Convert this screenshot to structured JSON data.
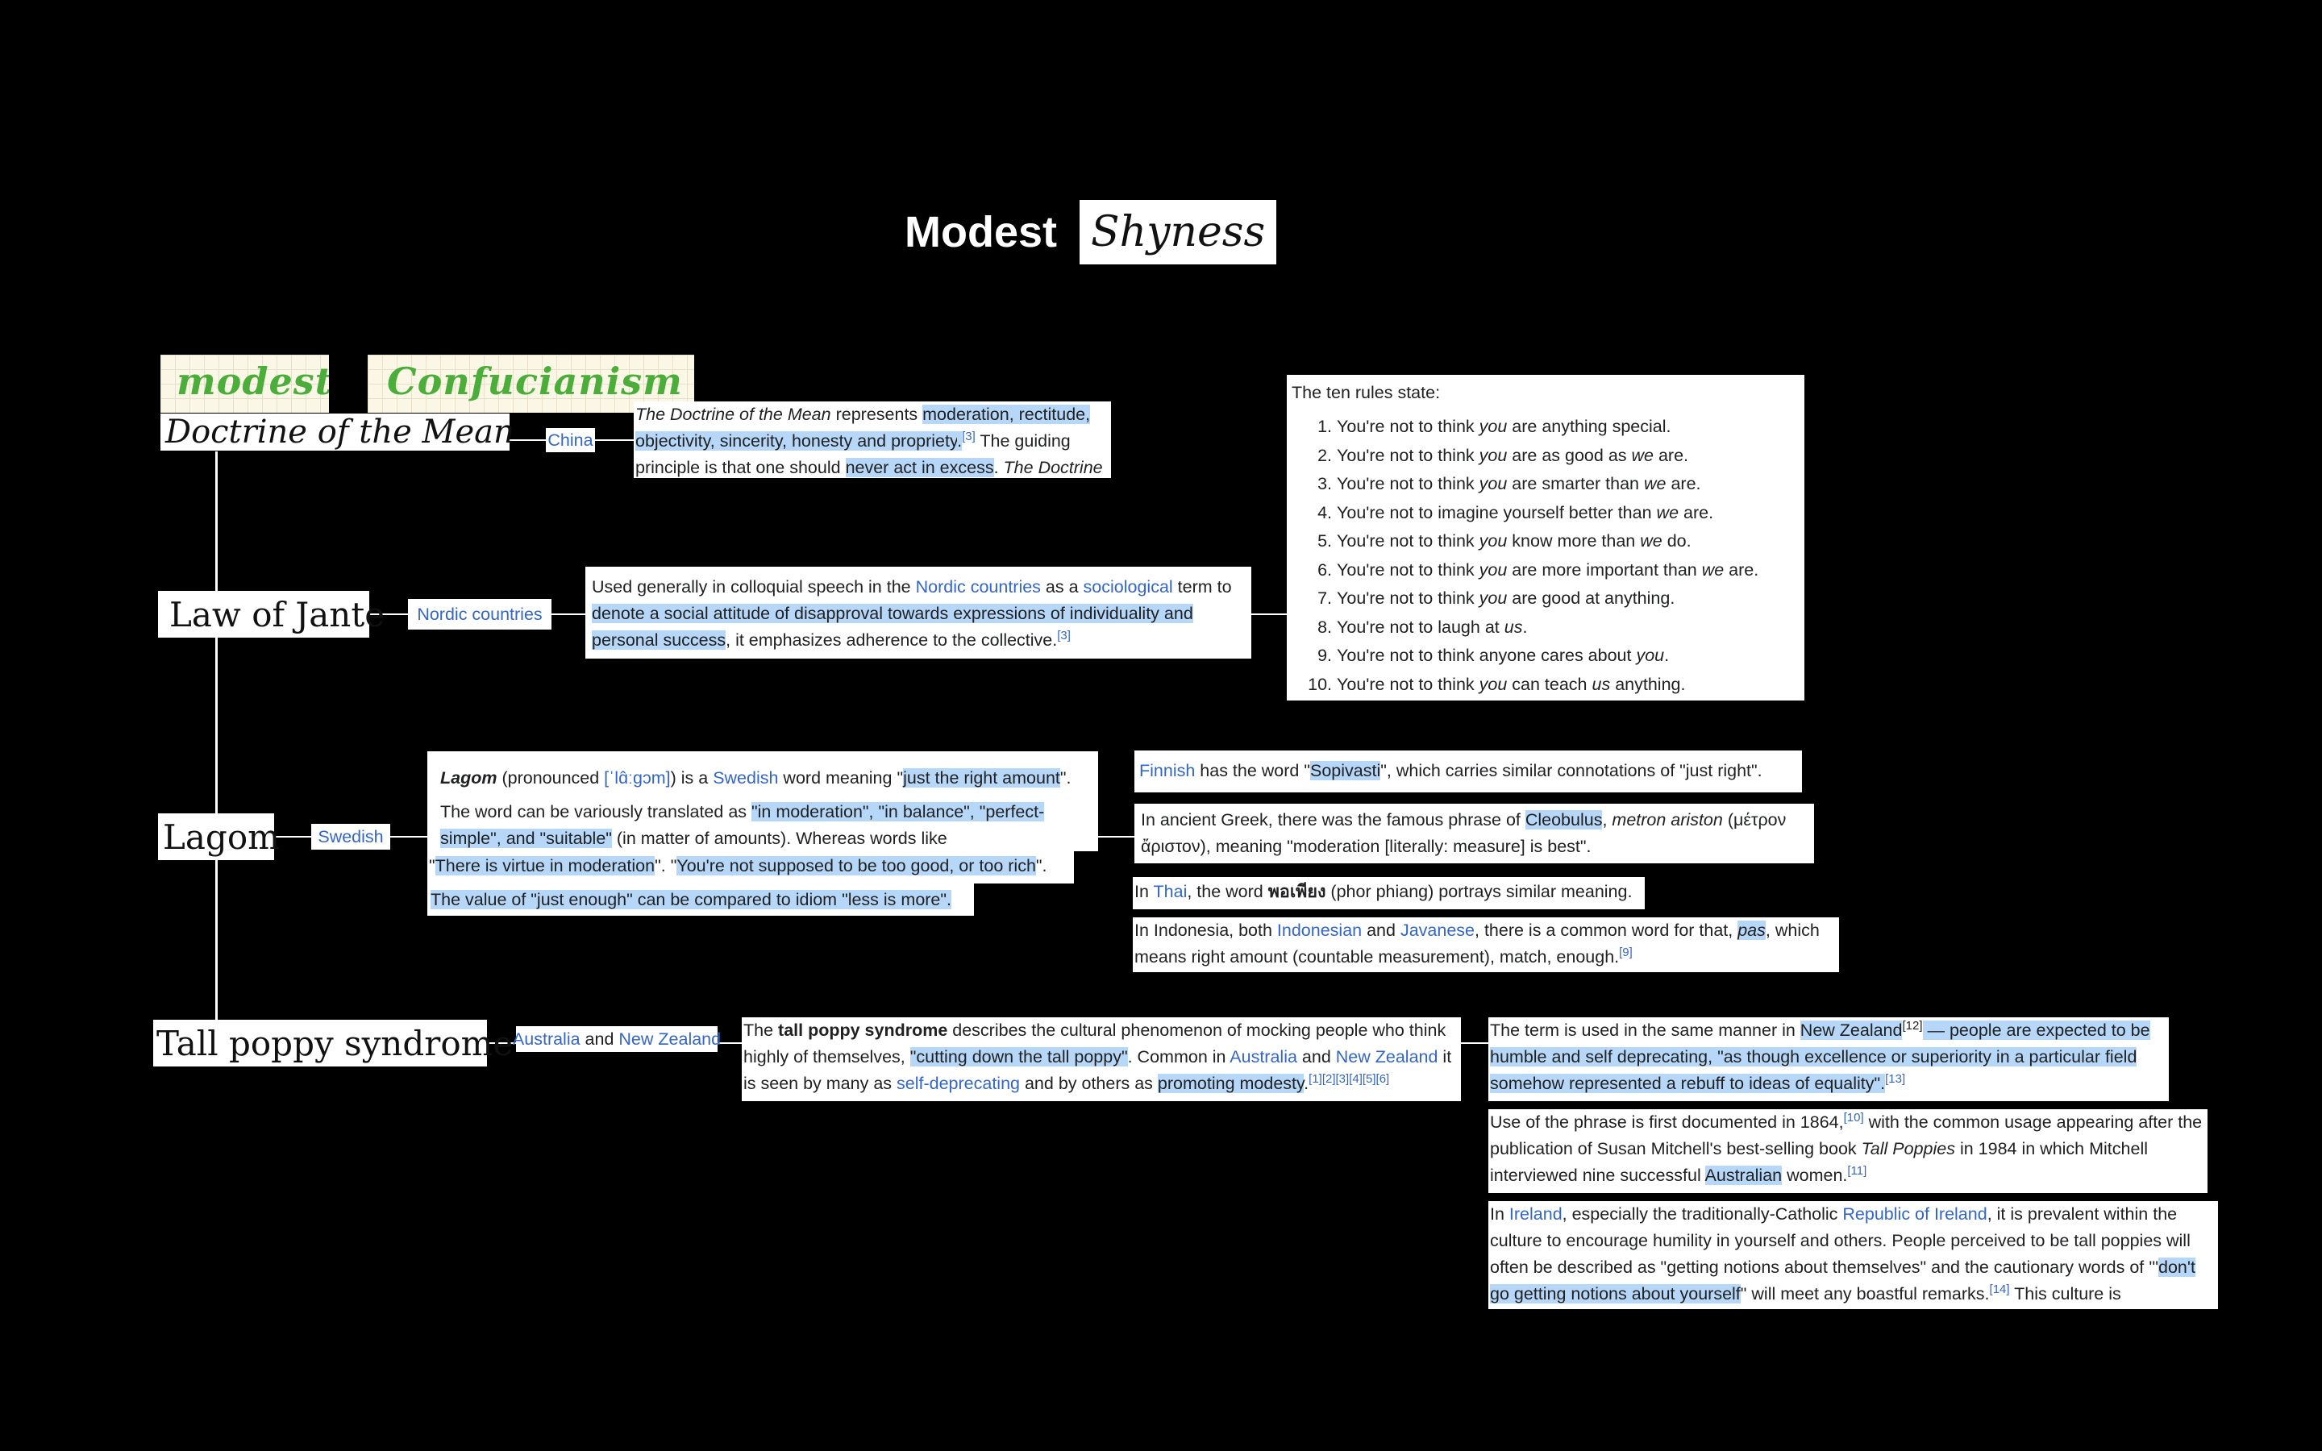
{
  "title": {
    "part1": "Modest",
    "part2": "Shyness"
  },
  "handwriting": {
    "word1": "modest",
    "word2": "Confucianism"
  },
  "doctrine": {
    "heading": "Doctrine of the Mean",
    "tag": "China",
    "desc": [
      {
        "t": "The Doctrine of the Mean",
        "s": "i"
      },
      {
        "t": " represents "
      },
      {
        "t": "moderation, rectitude, objectivity, sincerity, honesty and propriety",
        "s": "hl"
      },
      {
        "t": ".",
        "s": "hl"
      },
      {
        "t": "[3]",
        "s": "sup"
      },
      {
        "t": " The guiding principle is that one should "
      },
      {
        "t": "never act in excess",
        "s": "hl"
      },
      {
        "t": ". "
      },
      {
        "t": "The Doctrine",
        "s": "i"
      }
    ]
  },
  "jante": {
    "heading": "Law of Jante",
    "tag": "Nordic countries",
    "desc": [
      {
        "t": "Used generally in colloquial speech in the "
      },
      {
        "t": "Nordic countries",
        "s": "lk"
      },
      {
        "t": " as a "
      },
      {
        "t": "sociological",
        "s": "lk"
      },
      {
        "t": " term to "
      },
      {
        "t": "denote a social attitude of disapproval towards expressions of individuality and personal success",
        "s": "hl"
      },
      {
        "t": ", it emphasizes adherence to the collective."
      },
      {
        "t": "[3]",
        "s": "sup"
      }
    ],
    "rules_intro": "The ten rules state:",
    "rules": [
      [
        {
          "t": "You're not to think "
        },
        {
          "t": "you",
          "s": "i"
        },
        {
          "t": " are anything special."
        }
      ],
      [
        {
          "t": "You're not to think "
        },
        {
          "t": "you",
          "s": "i"
        },
        {
          "t": " are as good as "
        },
        {
          "t": "we",
          "s": "i"
        },
        {
          "t": " are."
        }
      ],
      [
        {
          "t": "You're not to think "
        },
        {
          "t": "you",
          "s": "i"
        },
        {
          "t": " are smarter than "
        },
        {
          "t": "we",
          "s": "i"
        },
        {
          "t": " are."
        }
      ],
      [
        {
          "t": "You're not to imagine yourself better than "
        },
        {
          "t": "we",
          "s": "i"
        },
        {
          "t": " are."
        }
      ],
      [
        {
          "t": "You're not to think "
        },
        {
          "t": "you",
          "s": "i"
        },
        {
          "t": " know more than "
        },
        {
          "t": "we",
          "s": "i"
        },
        {
          "t": " do."
        }
      ],
      [
        {
          "t": "You're not to think "
        },
        {
          "t": "you",
          "s": "i"
        },
        {
          "t": " are more important than "
        },
        {
          "t": "we",
          "s": "i"
        },
        {
          "t": " are."
        }
      ],
      [
        {
          "t": "You're not to think "
        },
        {
          "t": "you",
          "s": "i"
        },
        {
          "t": " are good at anything."
        }
      ],
      [
        {
          "t": "You're not to laugh at "
        },
        {
          "t": "us",
          "s": "i"
        },
        {
          "t": "."
        }
      ],
      [
        {
          "t": "You're not to think anyone cares about "
        },
        {
          "t": "you",
          "s": "i"
        },
        {
          "t": "."
        }
      ],
      [
        {
          "t": "You're not to think "
        },
        {
          "t": "you",
          "s": "i"
        },
        {
          "t": " can teach "
        },
        {
          "t": "us",
          "s": "i"
        },
        {
          "t": " anything."
        }
      ]
    ]
  },
  "lagom": {
    "heading": "Lagom",
    "tag": "Swedish",
    "desc1": [
      {
        "t": "Lagom",
        "s": "bi"
      },
      {
        "t": " (pronounced "
      },
      {
        "t": "[ˈlɑ̂ːɡɔm]",
        "s": "lk"
      },
      {
        "t": ") is a "
      },
      {
        "t": "Swedish",
        "s": "lk"
      },
      {
        "t": " word meaning \""
      },
      {
        "t": "just the right amount",
        "s": "hl"
      },
      {
        "t": "\"."
      }
    ],
    "desc2": [
      {
        "t": "The word can be variously translated as "
      },
      {
        "t": "\"in moderation\", \"in balance\", \"perfect-simple\", and \"suitable\"",
        "s": "hl"
      },
      {
        "t": " (in matter of amounts). Whereas words like"
      }
    ],
    "virtue": [
      {
        "t": "\""
      },
      {
        "t": "There is virtue in moderation",
        "s": "hl"
      },
      {
        "t": "\". \""
      },
      {
        "t": "You're not supposed to be too good, or too rich",
        "s": "hl"
      },
      {
        "t": "\"."
      }
    ],
    "enough": [
      {
        "t": "The value of \"just enough\" can be compared to idiom \"less is more\".",
        "s": "hl"
      }
    ],
    "finnish": [
      {
        "t": "Finnish",
        "s": "lk"
      },
      {
        "t": " has the word \""
      },
      {
        "t": "Sopivasti",
        "s": "hl"
      },
      {
        "t": "\", which carries similar connotations of \"just right\"."
      }
    ],
    "greek": [
      {
        "t": "In ancient Greek, there was the famous phrase of "
      },
      {
        "t": "Cleobulus",
        "s": "hl"
      },
      {
        "t": ", "
      },
      {
        "t": "metron ariston",
        "s": "i"
      },
      {
        "t": " (μέτρον ἄριστον), meaning \"moderation [literally: measure] is best\"."
      }
    ],
    "thai": [
      {
        "t": "In "
      },
      {
        "t": "Thai",
        "s": "lk"
      },
      {
        "t": ", the word "
      },
      {
        "t": "พอเพียง",
        "s": "b"
      },
      {
        "t": " (phor phiang) portrays similar meaning."
      }
    ],
    "indonesia": [
      {
        "t": "In Indonesia, both "
      },
      {
        "t": "Indonesian",
        "s": "lk"
      },
      {
        "t": " and "
      },
      {
        "t": "Javanese",
        "s": "lk"
      },
      {
        "t": ", there is a common word for that, "
      },
      {
        "t": "pas",
        "s": "ihl"
      },
      {
        "t": ", which means right amount (countable measurement), match, enough."
      },
      {
        "t": "[9]",
        "s": "sup"
      }
    ]
  },
  "poppy": {
    "heading": "Tall poppy syndrome",
    "tag": [
      {
        "t": "Australia",
        "s": "lk"
      },
      {
        "t": " and "
      },
      {
        "t": "New Zealand",
        "s": "lk"
      }
    ],
    "desc": [
      {
        "t": "The "
      },
      {
        "t": "tall poppy syndrome",
        "s": "b"
      },
      {
        "t": " describes the cultural phenomenon of mocking people who think highly of themselves, "
      },
      {
        "t": "\"cutting down the tall poppy\"",
        "s": "hl"
      },
      {
        "t": ". Common in "
      },
      {
        "t": "Australia",
        "s": "lk"
      },
      {
        "t": " and "
      },
      {
        "t": "New Zealand",
        "s": "lk"
      },
      {
        "t": " it is seen by many as "
      },
      {
        "t": "self-deprecating",
        "s": "lk"
      },
      {
        "t": " and by others as "
      },
      {
        "t": "promoting modesty",
        "s": "hl"
      },
      {
        "t": "."
      },
      {
        "t": "[1][2][3][4][5][6]",
        "s": "sup"
      }
    ],
    "nz": [
      {
        "t": "The term is used in the same manner in "
      },
      {
        "t": "New Zealand",
        "s": "hl"
      },
      {
        "t": "[12]",
        "s": "supb"
      },
      {
        "t": " — people are expected to be humble and self deprecating, \"as though excellence or superiority in a particular field somehow represented a rebuff to ideas of equality\".",
        "s": "hl"
      },
      {
        "t": "[13]",
        "s": "sup"
      }
    ],
    "history": [
      {
        "t": "Use of the phrase is first documented in 1864,"
      },
      {
        "t": "[10]",
        "s": "sup"
      },
      {
        "t": " with the common usage appearing after the publication of Susan Mitchell's best-selling book "
      },
      {
        "t": "Tall Poppies",
        "s": "i"
      },
      {
        "t": " in 1984 in which Mitchell interviewed nine successful "
      },
      {
        "t": "Australian",
        "s": "hl"
      },
      {
        "t": " women."
      },
      {
        "t": "[11]",
        "s": "sup"
      }
    ],
    "ireland": [
      {
        "t": "In "
      },
      {
        "t": "Ireland",
        "s": "lk"
      },
      {
        "t": ", especially the traditionally-Catholic "
      },
      {
        "t": "Republic of Ireland",
        "s": "lk"
      },
      {
        "t": ", it is prevalent within the culture to encourage humility in yourself and others. People perceived to be tall poppies will often be described as \"getting notions about themselves\" and the cautionary words of '\""
      },
      {
        "t": "don't go getting notions about yourself",
        "s": "hl"
      },
      {
        "t": "\" will meet any boastful remarks."
      },
      {
        "t": "[14]",
        "s": "sup"
      },
      {
        "t": " This culture is"
      }
    ]
  },
  "colors": {
    "background": "#000000",
    "card": "#ffffff",
    "highlight": "#b7d7f8",
    "link": "#3366cc",
    "handwriting": "#4cae3a"
  }
}
